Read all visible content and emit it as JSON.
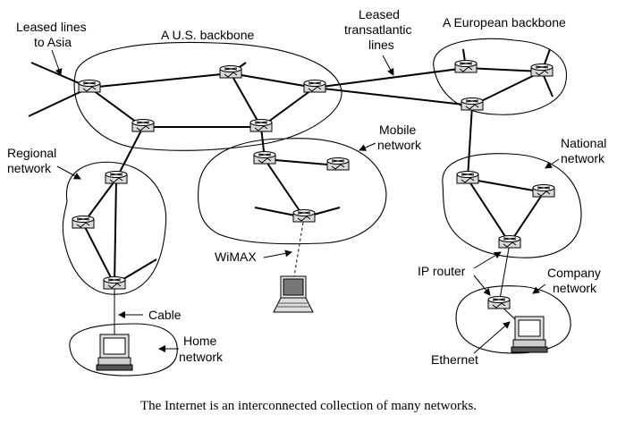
{
  "labels": {
    "leased_asia": [
      "Leased lines",
      "to Asia"
    ],
    "us_backbone": "A U.S. backbone",
    "transatlantic": [
      "Leased",
      "transatlantic",
      "lines"
    ],
    "eu_backbone": "A European backbone",
    "regional": [
      "Regional",
      "network"
    ],
    "mobile": [
      "Mobile",
      "network"
    ],
    "national": [
      "National",
      "network"
    ],
    "wimax": "WiMAX",
    "ip_router": "IP router",
    "company": [
      "Company",
      "network"
    ],
    "cable": "Cable",
    "home": [
      "Home",
      "network"
    ],
    "ethernet": "Ethernet"
  },
  "caption": "The Internet is an interconnected collection of many networks."
}
